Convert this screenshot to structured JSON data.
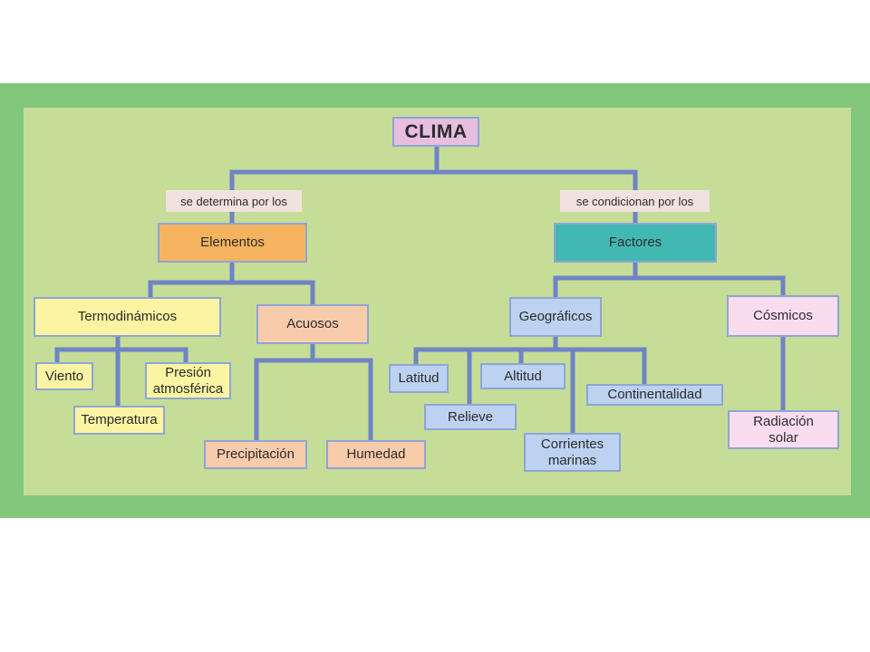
{
  "diagram": {
    "title": "CLIMA",
    "left_connector": "se determina por los",
    "right_connector": "se condicionan por los",
    "elementos": {
      "label": "Elementos",
      "termodinamicos": {
        "label": "Termodinámicos",
        "children": [
          "Viento",
          "Temperatura",
          "Presión\natmosférica"
        ]
      },
      "acuosos": {
        "label": "Acuosos",
        "children": [
          "Precipitación",
          "Humedad"
        ]
      }
    },
    "factores": {
      "label": "Factores",
      "geograficos": {
        "label": "Geográficos",
        "children": [
          "Latitud",
          "Relieve",
          "Altitud",
          "Corrientes\nmarinas",
          "Continentalidad"
        ]
      },
      "cosmicos": {
        "label": "Cósmicos",
        "children": [
          "Radiación\nsolar"
        ]
      }
    }
  },
  "colors": {
    "frame": "#82c77b",
    "panel": "#c6dd97",
    "connector_line": "#6f84c6",
    "title_box": "#e7bde0",
    "elementos_box": "#f5b35f",
    "factores_box": "#42b8b3",
    "termodinamicos_boxes": "#fbf4a2",
    "acuosos_boxes": "#f8cbab",
    "geograficos_boxes": "#bcd2f0",
    "cosmicos_boxes": "#f9ddef"
  }
}
